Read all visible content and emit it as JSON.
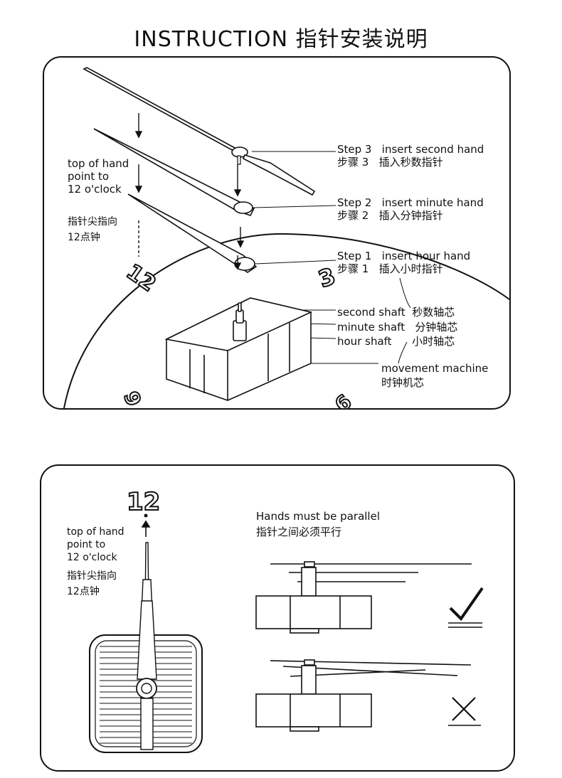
{
  "title": "INSTRUCTION 指针安装说明",
  "panel1": {
    "top_note_en": [
      "top of hand",
      "point to",
      "12 o'clock"
    ],
    "top_note_cn": [
      "指针尖指向",
      "12点钟"
    ],
    "steps": [
      {
        "en_step": "Step 3",
        "en_text": "insert second hand",
        "cn_step": "步骤 3",
        "cn_text": "插入秒数指针"
      },
      {
        "en_step": "Step 2",
        "en_text": "insert minute hand",
        "cn_step": "步骤 2",
        "cn_text": "插入分钟指针"
      },
      {
        "en_step": "Step 1",
        "en_text": "insert hour hand",
        "cn_step": "步骤 1",
        "cn_text": "插入小时指针"
      }
    ],
    "shafts": [
      {
        "en": "second shaft",
        "cn": "秒数轴芯"
      },
      {
        "en": "minute shaft",
        "cn": "分钟轴芯"
      },
      {
        "en": "hour shaft",
        "cn": "小时轴芯"
      }
    ],
    "movement": {
      "en": "movement machine",
      "cn": "时钟机芯"
    },
    "dial_numbers": {
      "twelve": "12",
      "three": "3",
      "six": "6",
      "nine": "9"
    }
  },
  "panel2": {
    "twelve": "12",
    "top_note_en": [
      "top of hand",
      "point to",
      "12 o'clock"
    ],
    "top_note_cn": [
      "指针尖指向",
      "12点钟"
    ],
    "parallel_en": "Hands must be parallel",
    "parallel_cn": "指针之间必须平行",
    "correct_icon": "check-mark-icon",
    "wrong_icon": "cross-mark-icon"
  }
}
